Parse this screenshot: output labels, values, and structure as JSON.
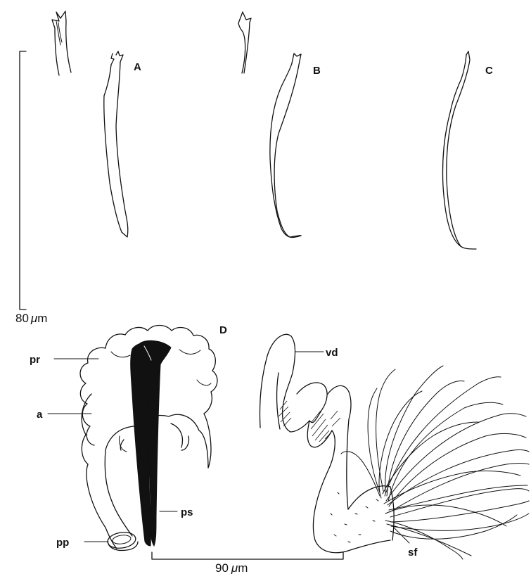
{
  "figure": {
    "panels": {
      "a": "A",
      "b": "B",
      "c": "C",
      "d": "D"
    },
    "structures": {
      "pr": "pr",
      "a": "a",
      "pp": "pp",
      "ps": "ps",
      "vd": "vd",
      "sf": "sf"
    },
    "scale_bars": {
      "vertical": "80",
      "horizontal": "90"
    },
    "units": {
      "micro_symbol": "μ",
      "m": "m"
    }
  }
}
